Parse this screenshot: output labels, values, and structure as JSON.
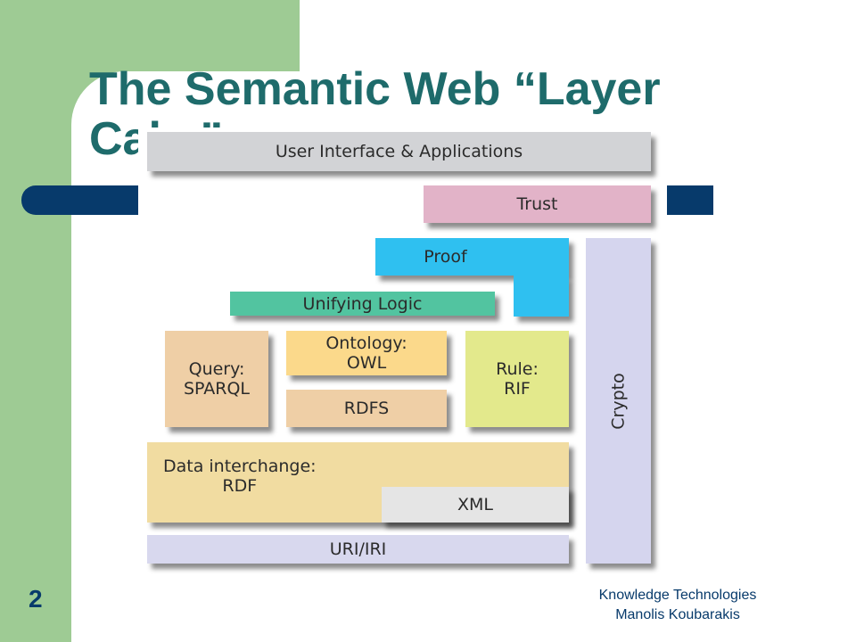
{
  "slide": {
    "title": "The Semantic Web “Layer Cake”",
    "number": "2",
    "footer": {
      "line1": "Knowledge Technologies",
      "line2": "Manolis Koubarakis"
    }
  },
  "diagram": {
    "layers": {
      "ui": "User Interface & Applications",
      "trust": "Trust",
      "proof": "Proof",
      "unifying_logic": "Unifying Logic",
      "query": "Query:\nSPARQL",
      "ontology": "Ontology:\nOWL",
      "rule": "Rule:\nRIF",
      "rdfs": "RDFS",
      "crypto": "Crypto",
      "data_interchange": "Data interchange:\nRDF",
      "xml": "XML",
      "uri": "URI/IRI"
    },
    "colors": {
      "ui": "#d2d3d6",
      "trust": "#e2b3c8",
      "proof": "#2fc0f0",
      "unifying_logic": "#52c4a0",
      "query": "#efcfa6",
      "ontology": "#fbd98b",
      "rule": "#e3e98c",
      "rdfs": "#efcfa6",
      "crypto": "#d5d5ee",
      "data_interchange": "#f1dca1",
      "xml": "#e5e5e5",
      "uri": "#d8d8ee"
    }
  }
}
